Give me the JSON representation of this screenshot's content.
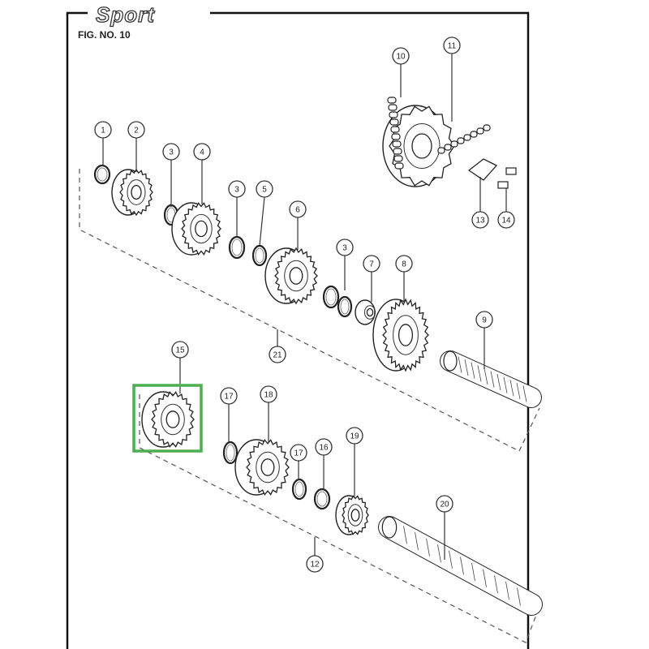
{
  "brand": "Sport",
  "figure_label": "FIG. NO. 10",
  "highlight_color": "#4caf50",
  "callouts": [
    {
      "id": "1",
      "label": "1"
    },
    {
      "id": "2",
      "label": "2"
    },
    {
      "id": "3a",
      "label": "3"
    },
    {
      "id": "4",
      "label": "4"
    },
    {
      "id": "3b",
      "label": "3"
    },
    {
      "id": "5",
      "label": "5"
    },
    {
      "id": "6",
      "label": "6"
    },
    {
      "id": "3c",
      "label": "3"
    },
    {
      "id": "7",
      "label": "7"
    },
    {
      "id": "8",
      "label": "8"
    },
    {
      "id": "9",
      "label": "9"
    },
    {
      "id": "10",
      "label": "10"
    },
    {
      "id": "11",
      "label": "11"
    },
    {
      "id": "13",
      "label": "13"
    },
    {
      "id": "14",
      "label": "14"
    },
    {
      "id": "21",
      "label": "21"
    },
    {
      "id": "15",
      "label": "15"
    },
    {
      "id": "17a",
      "label": "17"
    },
    {
      "id": "18",
      "label": "18"
    },
    {
      "id": "17b",
      "label": "17"
    },
    {
      "id": "16",
      "label": "16"
    },
    {
      "id": "19",
      "label": "19"
    },
    {
      "id": "20",
      "label": "20"
    },
    {
      "id": "12",
      "label": "12"
    }
  ],
  "selected_part": "15"
}
